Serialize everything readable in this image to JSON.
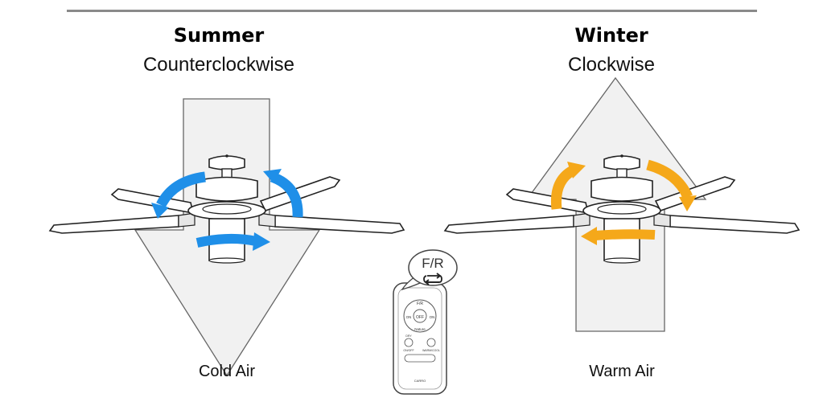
{
  "summer": {
    "title": "Summer",
    "direction": "Counterclockwise",
    "airflow_label": "Cold Air",
    "arrow_color": "#1f8fe8"
  },
  "winter": {
    "title": "Winter",
    "direction": "Clockwise",
    "airflow_label": "Warm Air",
    "arrow_color": "#f5a81a"
  },
  "remote": {
    "callout_label": "F/R",
    "callout_icon": "reverse-arrows-icon",
    "top_label": "F/R",
    "center_label": "OFF",
    "left_label": "ON",
    "right_label": "ON",
    "nature_label": "Nature",
    "btn_left_top": "DRY",
    "btn_left_bottom": "ON/OFF",
    "btn_right_bottom": "WARM/COOL",
    "brand": "CARRO"
  }
}
